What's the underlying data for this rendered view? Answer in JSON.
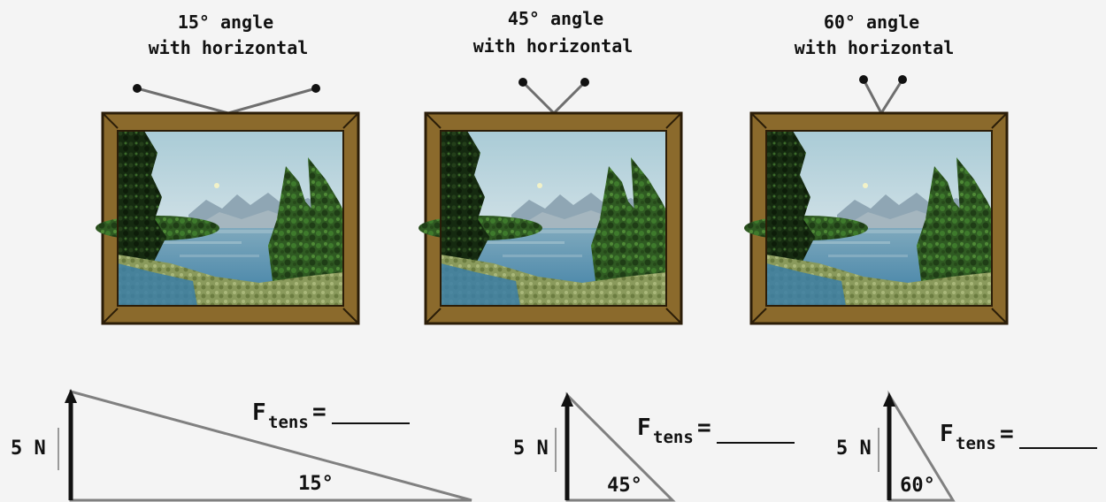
{
  "panels": [
    {
      "caption_line1": "15° angle",
      "caption_line2": "with horizontal",
      "angle_deg": 15
    },
    {
      "caption_line1": "45° angle",
      "caption_line2": "with horizontal",
      "angle_deg": 45
    },
    {
      "caption_line1": "60° angle",
      "caption_line2": "with horizontal",
      "angle_deg": 60
    }
  ],
  "force_diagrams": [
    {
      "force_label": "5 N",
      "angle_label": "15°",
      "tension_main": "F",
      "tension_sub": "tens",
      "tension_eq": "="
    },
    {
      "force_label": "5 N",
      "angle_label": "45°",
      "tension_main": "F",
      "tension_sub": "tens",
      "tension_eq": "="
    },
    {
      "force_label": "5 N",
      "angle_label": "60°",
      "tension_main": "F",
      "tension_sub": "tens",
      "tension_eq": "="
    }
  ],
  "colors": {
    "frame": "#8b6a2c",
    "frame_dark": "#5e4519",
    "frame_outline": "#2b1d08",
    "wire": "#6e6e6e",
    "triangle": "#808080",
    "ink": "#111111"
  }
}
